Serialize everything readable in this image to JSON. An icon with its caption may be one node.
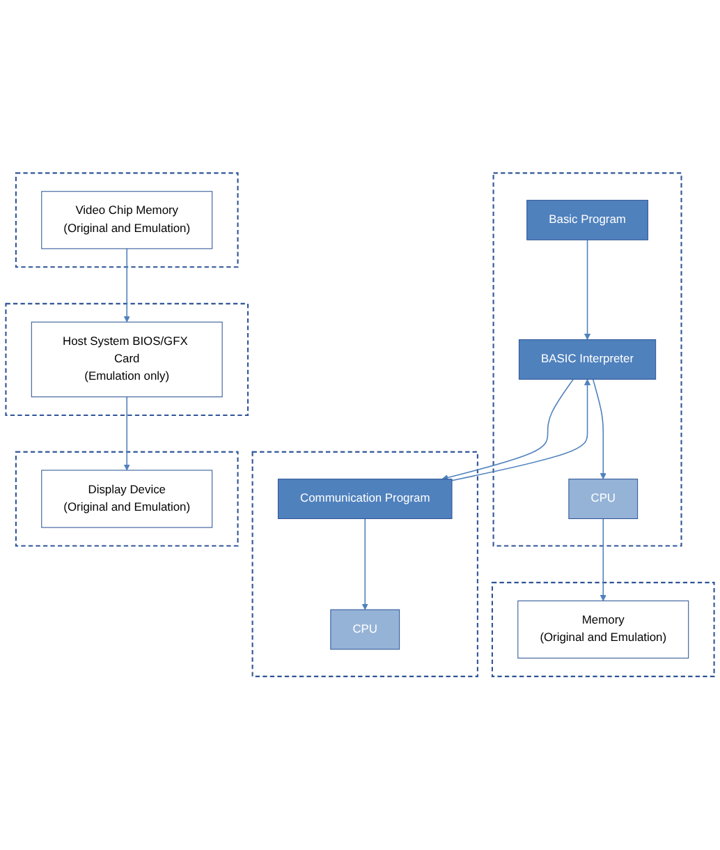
{
  "diagram": {
    "nodes": [
      {
        "text": [],
        "shape": "box"
      },
      {
        "text": [
          "Basic Program"
        ],
        "in": 0
      },
      {
        "text": [
          "BASIC Interpreter"
        ],
        "in": 0
      },
      {
        "text": [
          "CPU"
        ],
        "in": 0
      },
      {
        "text": [],
        "shape": "box"
      },
      {
        "text": [
          "Communication Program"
        ],
        "in": 4
      },
      {
        "text": [
          "CPU"
        ],
        "in": 4
      },
      {
        "text": [],
        "shape": "box"
      },
      {
        "text": [
          "Memory",
          "(Original and Emulation)"
        ],
        "in": 7
      },
      {
        "text": [],
        "shape": "box"
      },
      {
        "text": [
          "Video Chip Memory",
          "(Original and Emulation)"
        ],
        "in": 9
      },
      {
        "text": [],
        "shape": "box"
      },
      {
        "text": [
          "Host System BIOS/GFX Card",
          "(Emulation only)"
        ],
        "in": 11
      },
      {
        "text": [],
        "shape": "box"
      },
      {
        "text": [
          "Display Device",
          "(Original and Emulation)"
        ],
        "in": 13
      }
    ],
    "edges": [
      {
        "from": 1,
        "to": 2,
        "arrow": "to"
      },
      {
        "from": 2,
        "to": 5,
        "arrow": "to"
      },
      {
        "from": 5,
        "to": 2,
        "arrow": "to"
      },
      {
        "from": 2,
        "to": 3,
        "arrow": "to"
      },
      {
        "from": 5,
        "to": 6,
        "arrow": "to"
      },
      {
        "from": 3,
        "to": 8,
        "arrow": "to"
      },
      {
        "from": 10,
        "to": 12,
        "arrow": "to"
      },
      {
        "from": 12,
        "to": 14,
        "arrow": "to"
      }
    ]
  }
}
